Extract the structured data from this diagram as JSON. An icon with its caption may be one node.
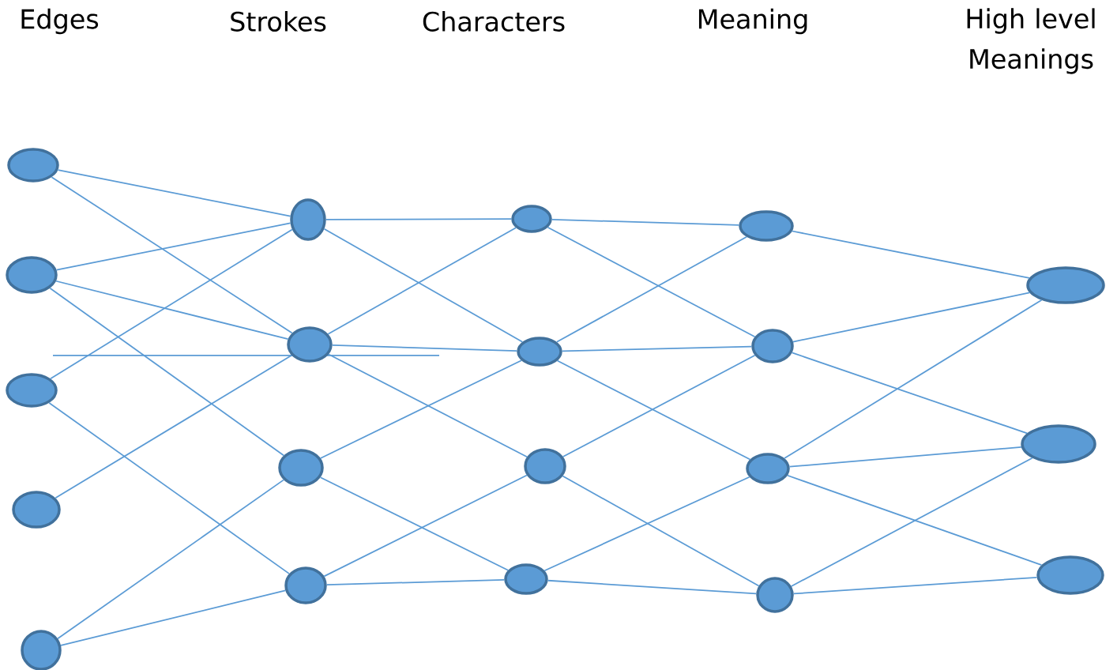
{
  "diagram": {
    "nodes": [
      {
        "text": [],
        "shape": "ellipse"
      },
      {
        "text": [],
        "shape": "ellipse"
      },
      {
        "text": [],
        "shape": "ellipse"
      },
      {
        "text": [],
        "shape": "ellipse"
      },
      {
        "text": [],
        "shape": "ellipse"
      },
      {
        "text": [],
        "shape": "ellipse"
      },
      {
        "text": [],
        "shape": "ellipse"
      },
      {
        "text": [],
        "shape": "ellipse"
      },
      {
        "text": [],
        "shape": "ellipse"
      },
      {
        "text": [],
        "shape": "ellipse"
      },
      {
        "text": [],
        "shape": "ellipse"
      },
      {
        "text": [],
        "shape": "ellipse"
      },
      {
        "text": [],
        "shape": "ellipse"
      },
      {
        "text": [],
        "shape": "ellipse"
      },
      {
        "text": [],
        "shape": "ellipse"
      },
      {
        "text": [],
        "shape": "ellipse"
      },
      {
        "text": [],
        "shape": "ellipse"
      },
      {
        "text": [],
        "shape": "ellipse"
      },
      {
        "text": [],
        "shape": "ellipse"
      },
      {
        "text": [],
        "shape": "ellipse"
      }
    ],
    "edges": [
      {
        "from": 0,
        "to": 5,
        "arrow": "none"
      },
      {
        "from": 0,
        "to": 6,
        "arrow": "none"
      },
      {
        "from": 1,
        "to": 5,
        "arrow": "none"
      },
      {
        "from": 1,
        "to": 6,
        "arrow": "none"
      },
      {
        "from": 1,
        "to": 7,
        "arrow": "none"
      },
      {
        "from": 2,
        "to": 5,
        "arrow": "none"
      },
      {
        "from": 2,
        "to": 8,
        "arrow": "none"
      },
      {
        "from": 3,
        "to": 6,
        "arrow": "none"
      },
      {
        "from": 4,
        "to": 7,
        "arrow": "none"
      },
      {
        "from": 4,
        "to": 8,
        "arrow": "none"
      },
      {
        "from": 5,
        "to": 9,
        "arrow": "none"
      },
      {
        "from": 5,
        "to": 10,
        "arrow": "none"
      },
      {
        "from": 6,
        "to": 9,
        "arrow": "none"
      },
      {
        "from": 6,
        "to": 10,
        "arrow": "none"
      },
      {
        "from": 6,
        "to": 11,
        "arrow": "none"
      },
      {
        "from": 7,
        "to": 10,
        "arrow": "none"
      },
      {
        "from": 7,
        "to": 12,
        "arrow": "none"
      },
      {
        "from": 8,
        "to": 11,
        "arrow": "none"
      },
      {
        "from": 8,
        "to": 12,
        "arrow": "none"
      },
      {
        "from": 9,
        "to": 13,
        "arrow": "none"
      },
      {
        "from": 9,
        "to": 14,
        "arrow": "none"
      },
      {
        "from": 10,
        "to": 13,
        "arrow": "none"
      },
      {
        "from": 10,
        "to": 14,
        "arrow": "none"
      },
      {
        "from": 10,
        "to": 15,
        "arrow": "none"
      },
      {
        "from": 11,
        "to": 14,
        "arrow": "none"
      },
      {
        "from": 11,
        "to": 16,
        "arrow": "none"
      },
      {
        "from": 12,
        "to": 15,
        "arrow": "none"
      },
      {
        "from": 12,
        "to": 16,
        "arrow": "none"
      },
      {
        "from": 13,
        "to": 17,
        "arrow": "none"
      },
      {
        "from": 14,
        "to": 17,
        "arrow": "none"
      },
      {
        "from": 14,
        "to": 18,
        "arrow": "none"
      },
      {
        "from": 15,
        "to": 17,
        "arrow": "none"
      },
      {
        "from": 15,
        "to": 18,
        "arrow": "none"
      },
      {
        "from": 15,
        "to": 19,
        "arrow": "none"
      },
      {
        "from": 16,
        "to": 18,
        "arrow": "none"
      },
      {
        "from": 16,
        "to": 19,
        "arrow": "none"
      }
    ],
    "labels": [
      "Edges",
      "Strokes",
      "Characters",
      "Meaning",
      "High level Meanings"
    ]
  }
}
